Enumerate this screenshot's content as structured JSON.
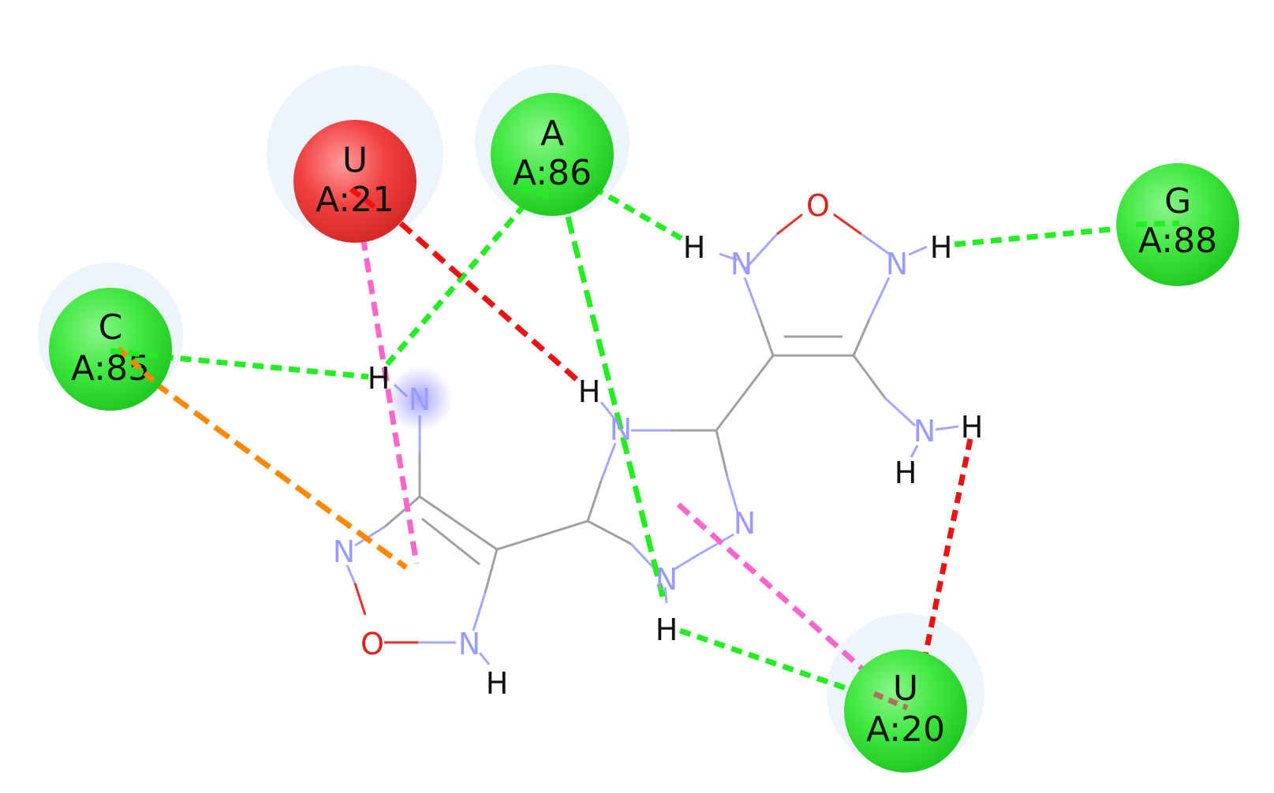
{
  "colors": {
    "hydrogen_bond": "#22ee22",
    "unfavorable": "#ee1111",
    "pi_interaction": "#ff66cc",
    "electrostatic": "#ff8800",
    "residue_green": "#2ee82e",
    "residue_red": "#ee3030",
    "nitrogen": "#a0a0ff",
    "oxygen": "#ee1111",
    "hydrogen": "#111111",
    "bond": "#a0a0a0"
  },
  "residues": [
    {
      "id": "U21",
      "base": "U",
      "label": "A:21",
      "status": "unfavorable"
    },
    {
      "id": "A86",
      "base": "A",
      "label": "A:86",
      "status": "favorable"
    },
    {
      "id": "G88",
      "base": "G",
      "label": "A:88",
      "status": "favorable"
    },
    {
      "id": "C85",
      "base": "C",
      "label": "A:85",
      "status": "favorable"
    },
    {
      "id": "U20",
      "base": "U",
      "label": "A:20",
      "status": "favorable"
    }
  ],
  "atoms": {
    "O": "O",
    "N": "N",
    "H": "H"
  }
}
